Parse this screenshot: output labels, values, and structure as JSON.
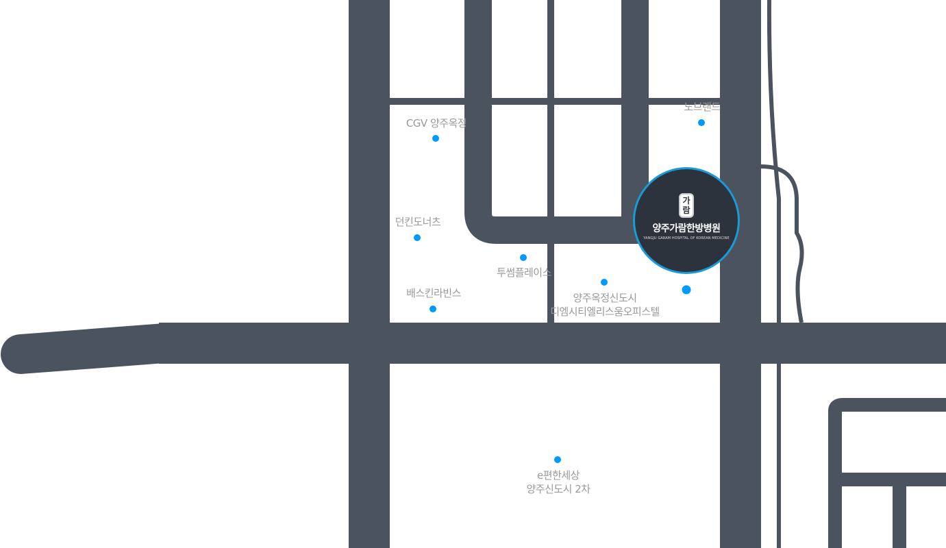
{
  "colors": {
    "road": "#4b535e",
    "poi": "#0099ff",
    "marker_bg": "#2d333d",
    "marker_border": "#1a9bd7",
    "label": "#999999"
  },
  "marker": {
    "logo_text": "가람",
    "name": "양주가람한방병원",
    "subtitle": "YANGJU GARAM HOSPITAL OF KOREAN MEDICINE"
  },
  "pois": [
    {
      "lines": [
        "CGV 양주옥정"
      ]
    },
    {
      "lines": [
        "노브랜드"
      ]
    },
    {
      "lines": [
        "던킨도너츠"
      ]
    },
    {
      "lines": [
        "투썸플레이스"
      ]
    },
    {
      "lines": [
        "배스킨라빈스"
      ]
    },
    {
      "lines": [
        "양주옥정신도시",
        "디엠시티엘리스움오피스텔"
      ]
    },
    {
      "lines": [
        "e편한세상",
        "양주신도시 2차"
      ]
    }
  ]
}
